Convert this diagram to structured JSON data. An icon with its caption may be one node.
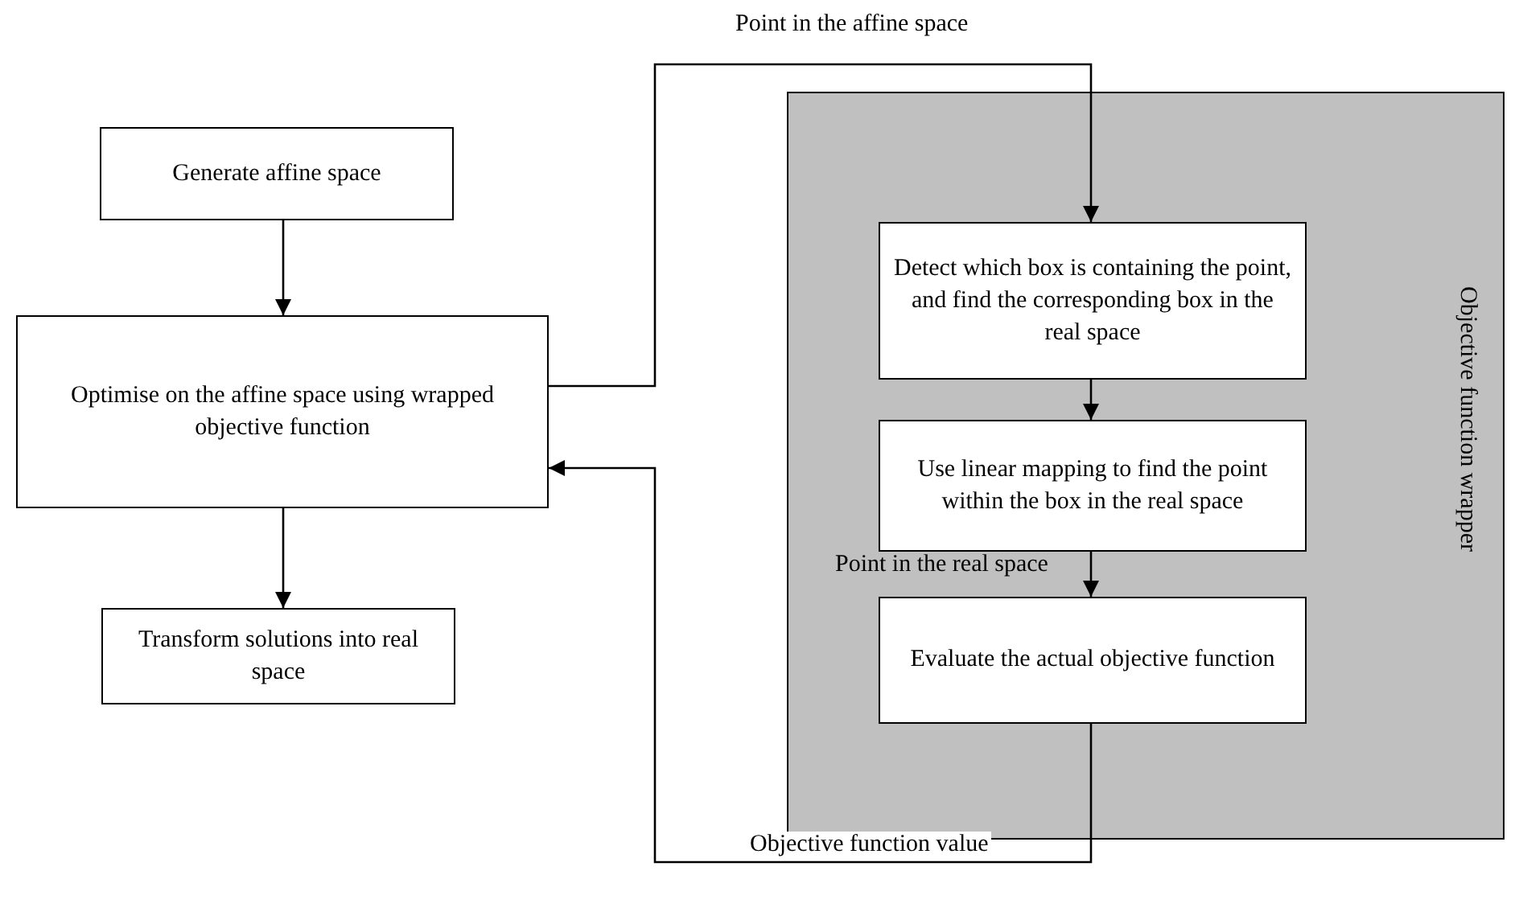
{
  "diagram": {
    "nodes": [
      {
        "text": [
          "Generate affine space"
        ]
      },
      {
        "text": [
          "Optimise on the affine space using wrapped objective function"
        ]
      },
      {
        "text": [
          "Transform solutions into real space"
        ]
      },
      {
        "text": [
          "Objective function wrapper"
        ]
      },
      {
        "text": [
          "Detect which box is containing the point, and find the corresponding box in the real space"
        ],
        "in": 3
      },
      {
        "text": [
          "Use linear mapping to find the point within the box in the real space"
        ],
        "in": 3
      },
      {
        "text": [
          "Evaluate the actual objective function"
        ],
        "in": 3
      }
    ],
    "edges": [
      {
        "from": 0,
        "to": 1,
        "arrow": "to"
      },
      {
        "from": 1,
        "to": 2,
        "arrow": "to"
      },
      {
        "from": 1,
        "to": 4,
        "arrow": "to",
        "label": "Point in the affine space"
      },
      {
        "from": 4,
        "to": 5,
        "arrow": "to"
      },
      {
        "from": 5,
        "to": 6,
        "arrow": "to",
        "label": "Point in the real space"
      },
      {
        "from": 6,
        "to": 1,
        "arrow": "to",
        "label": "Objective function value"
      }
    ]
  }
}
